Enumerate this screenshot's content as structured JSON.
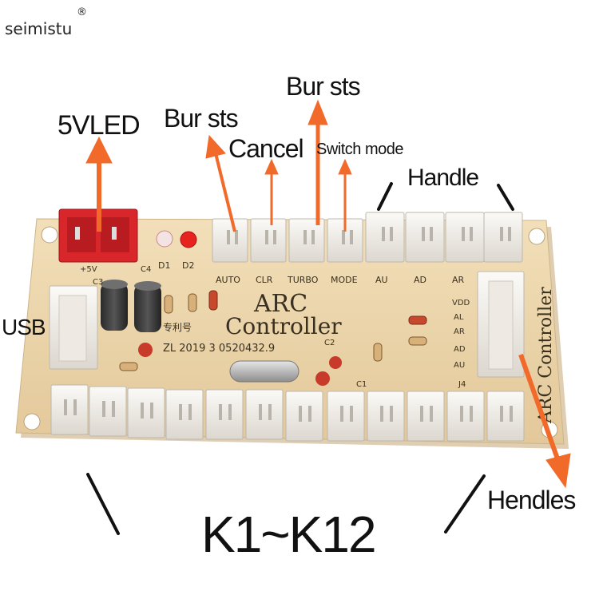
{
  "brand": {
    "name": "seimistu",
    "mark": "®"
  },
  "labels": {
    "led": "5VLED",
    "bursts_left": "Bur sts",
    "bursts_right": "Bur sts",
    "cancel": "Cancel",
    "switch_mode": "Switch mode",
    "handle": "Handle",
    "usb": "USB",
    "handles_bottom": "Hendles",
    "k_range": "K1~K12"
  },
  "board": {
    "title_line1": "ARC",
    "title_line2": "Controller",
    "side_text": "ARC Controller",
    "patent_label": "专利号",
    "patent_number": "ZL 2019 3 0520432.9",
    "top_pins": [
      "AUTO",
      "CLR",
      "TURBO",
      "MODE",
      "AU",
      "AD",
      "AR"
    ],
    "right_pins": [
      "VDD",
      "AL",
      "AR",
      "AD",
      "AU"
    ],
    "components": {
      "c4": "C4",
      "c3": "C3",
      "c2": "C2",
      "c1": "C1",
      "d1": "D1",
      "d2": "D2",
      "j4": "J4",
      "plus_5v": "+5V"
    }
  },
  "colors": {
    "arrow": "#f26a2a",
    "board": "#efd9b0",
    "connector": "#f4f1ec",
    "red_connector": "#d8262b"
  }
}
